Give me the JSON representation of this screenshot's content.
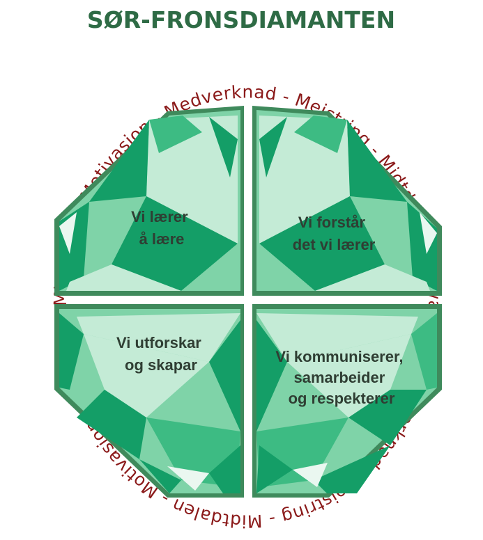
{
  "title": "SØR-FRONSDIAMANTEN",
  "ring_text": "Midtdalen - Motivasjon - Medverknad - Meistring - Midtdalen- Motivasjon - Medverknad - Meistring - Midtdalen - Motivasjon - Medverknad - Meistring - ",
  "quadrants": {
    "top_left": [
      "Vi lærer",
      "å lære"
    ],
    "top_right": [
      "Vi forstår",
      "det vi lærer"
    ],
    "bottom_left": [
      "Vi utforskar",
      "og skapar"
    ],
    "bottom_right": [
      "Vi kommuniserer,",
      "samarbeider",
      "og respekterer"
    ]
  },
  "colors": {
    "title": "#2e6b45",
    "ring_text": "#8b1a1a",
    "border": "#3f8a5c",
    "emerald_dark": "#149e67",
    "emerald_mid": "#3dbb83",
    "emerald_light": "#7fd3a8",
    "emerald_pale": "#c4ebd6",
    "label": "#2f3e33"
  }
}
